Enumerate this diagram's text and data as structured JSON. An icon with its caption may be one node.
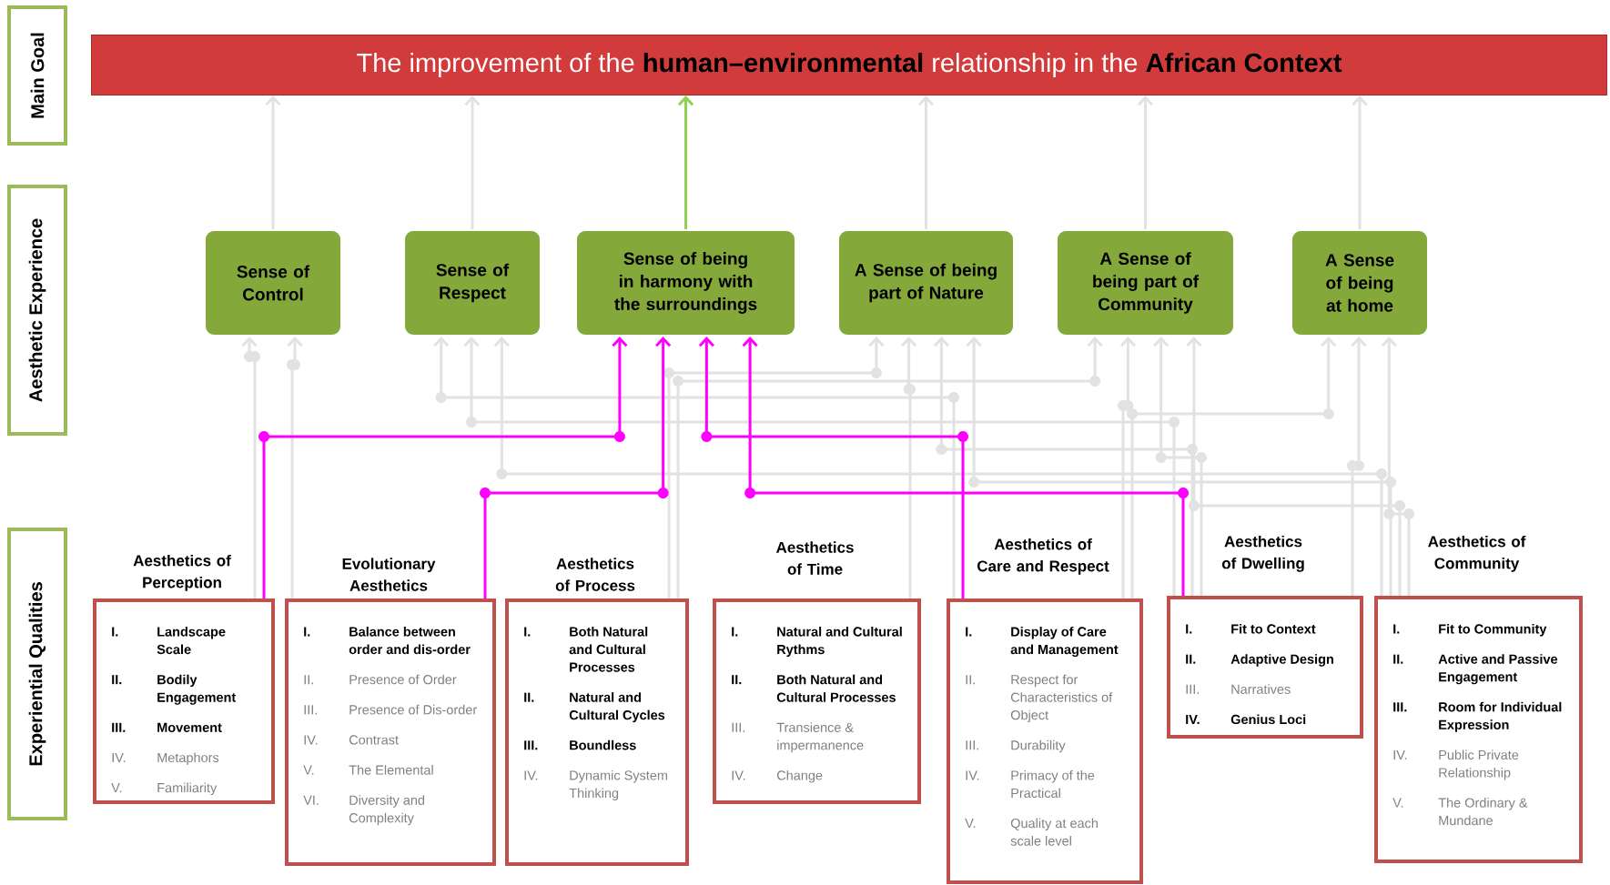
{
  "diagram": {
    "nodes": [
      {
        "text": [
          "Main Goal"
        ]
      },
      {
        "text": [
          "The improvement of the **human–environmental** relationship in the **African Context**"
        ]
      },
      {
        "text": [
          "Aesthetic Experience"
        ]
      },
      {
        "text": [
          "Sense of Control"
        ]
      },
      {
        "text": [
          "Sense of Respect"
        ]
      },
      {
        "text": [
          "Sense of being in harmony with the surroundings"
        ]
      },
      {
        "text": [
          "A Sense of being part of Nature"
        ]
      },
      {
        "text": [
          "A Sense of being part of Community"
        ]
      },
      {
        "text": [
          "A Sense of being at home"
        ]
      },
      {
        "text": [
          "Experiential Qualities"
        ]
      },
      {
        "text": [
          "Aesthetics of Perception",
          "I.",
          "Landscape Scale",
          "II.",
          "Bodily Engagement",
          "III.",
          "Movement",
          "IV.",
          "Metaphors",
          "V.",
          "Familiarity"
        ]
      },
      {
        "text": [
          "Evolutionary Aesthetics",
          "I.",
          "Balance between order and dis-order",
          "II.",
          "Presence of Order",
          "III.",
          "Presence of Dis-order",
          "IV.",
          "Contrast",
          "V.",
          "The Elemental",
          "VI.",
          "Diversity and Complexity"
        ]
      },
      {
        "text": [
          "Aesthetics of Process",
          "I.",
          "Both Natural and Cultural Processes",
          "II.",
          "Natural and Cultural Cycles",
          "III.",
          "Boundless",
          "IV.",
          "Dynamic System Thinking"
        ]
      },
      {
        "text": [
          "Aesthetics of Time",
          "I.",
          "Natural and Cultural Rythms",
          "II.",
          "Both Natural and Cultural Processes",
          "III.",
          "Transience & impermanence",
          "IV.",
          "Change"
        ]
      },
      {
        "text": [
          "Aesthetics of Care and Respect",
          "I.",
          "Display of Care and Management",
          "II.",
          "Respect for Characteristics of Object",
          "III.",
          "Durability",
          "IV.",
          "Primacy of the Practical",
          "V.",
          "Quality at each scale level"
        ]
      },
      {
        "text": [
          "Aesthetics of Dwelling",
          "I.",
          "Fit to Context",
          "II.",
          "Adaptive Design",
          "III.",
          "Narratives",
          "IV.",
          "Genius Loci"
        ]
      },
      {
        "text": [
          "Aesthetics of Community",
          "I.",
          "Fit to Community",
          "II.",
          "Active and Passive Engagement",
          "III.",
          "Room for Individual Expression",
          "IV.",
          "Public Private Relationship",
          "V.",
          "The Ordinary & Mundane"
        ]
      }
    ],
    "edges": [
      {
        "from": 3,
        "to": 1,
        "arrow": "to"
      },
      {
        "from": 4,
        "to": 1,
        "arrow": "to"
      },
      {
        "from": 5,
        "to": 1,
        "arrow": "to",
        "color": "#92d050"
      },
      {
        "from": 6,
        "to": 1,
        "arrow": "to"
      },
      {
        "from": 7,
        "to": 1,
        "arrow": "to"
      },
      {
        "from": 8,
        "to": 1,
        "arrow": "to"
      },
      {
        "from": 10,
        "to": 3,
        "arrow": "to"
      },
      {
        "from": 11,
        "to": 3,
        "arrow": "to"
      },
      {
        "from": 12,
        "to": 6,
        "arrow": "to"
      },
      {
        "from": 12,
        "to": 7,
        "arrow": "to"
      },
      {
        "from": 13,
        "to": 6,
        "arrow": "to"
      },
      {
        "from": 14,
        "to": 4,
        "arrow": "to"
      },
      {
        "from": 14,
        "to": 7,
        "arrow": "to"
      },
      {
        "from": 14,
        "to": 8,
        "arrow": "to"
      },
      {
        "from": 15,
        "to": 4,
        "arrow": "to"
      },
      {
        "from": 15,
        "to": 6,
        "arrow": "to"
      },
      {
        "from": 15,
        "to": 7,
        "arrow": "to"
      },
      {
        "from": 15,
        "to": 8,
        "arrow": "to"
      },
      {
        "from": 16,
        "to": 4,
        "arrow": "to"
      },
      {
        "from": 16,
        "to": 6,
        "arrow": "to"
      },
      {
        "from": 16,
        "to": 7,
        "arrow": "to"
      },
      {
        "from": 16,
        "to": 8,
        "arrow": "to"
      },
      {
        "from": 10,
        "to": 5,
        "arrow": "to",
        "color": "#ff00ff"
      },
      {
        "from": 11,
        "to": 5,
        "arrow": "to",
        "color": "#ff00ff"
      },
      {
        "from": 14,
        "to": 5,
        "arrow": "to",
        "color": "#ff00ff"
      },
      {
        "from": 15,
        "to": 5,
        "arrow": "to",
        "color": "#ff00ff"
      }
    ]
  }
}
